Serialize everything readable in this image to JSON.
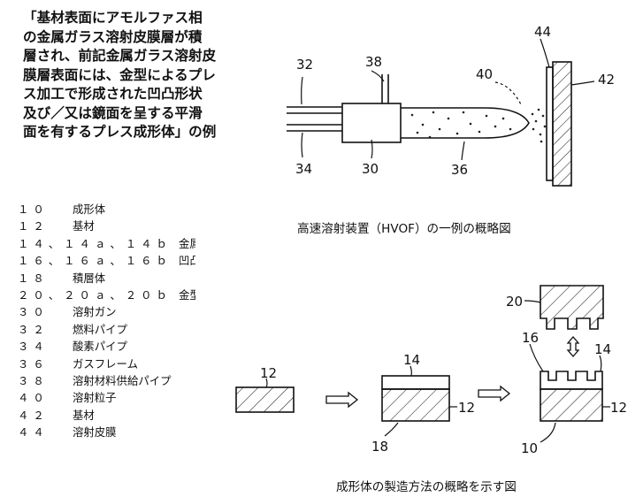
{
  "claim_lines": [
    "「基材表面にアモルファス相",
    "の金属ガラス溶射皮膜層が積",
    "層され、前記金属ガラス溶射皮",
    "膜層表面には、金型によるプレ",
    "ス加工で形成された凹凸形状",
    "及び／又は鏡面を呈する平滑",
    "面を有するプレス成形体」の例"
  ],
  "legend": [
    {
      "num": "１０",
      "label": "成形体"
    },
    {
      "num": "１２",
      "label": "基材"
    },
    {
      "num": "１４、１４ａ、１４ｂ",
      "label": "金属"
    },
    {
      "num": "１６、１６ａ、１６ｂ",
      "label": "凹凸"
    },
    {
      "num": "１８",
      "label": "積層体"
    },
    {
      "num": "２０、２０ａ、２０ｂ",
      "label": "金型"
    },
    {
      "num": "３０",
      "label": "溶射ガン"
    },
    {
      "num": "３２",
      "label": "燃料パイプ"
    },
    {
      "num": "３４",
      "label": "酸素パイプ"
    },
    {
      "num": "３６",
      "label": "ガスフレーム"
    },
    {
      "num": "３８",
      "label": "溶射材料供給パイプ"
    },
    {
      "num": "４０",
      "label": "溶射粒子"
    },
    {
      "num": "４２",
      "label": "基材"
    },
    {
      "num": "４４",
      "label": "溶射皮膜"
    }
  ],
  "captions": {
    "hvof": "高速溶射装置（HVOF）の一例の概略図",
    "process": "成形体の製造方法の概略を示す図"
  },
  "hvof_labels": {
    "fuel_pipe": "32",
    "feed_pipe": "38",
    "particles": "40",
    "coating": "44",
    "substrate": "42",
    "oxygen_pipe": "34",
    "gun": "30",
    "flame": "36"
  },
  "process_labels": {
    "substrate_1": "12",
    "coating": "14",
    "substrate_2": "12",
    "laminate": "18",
    "mold": "20",
    "relief": "16",
    "coating_2": "14",
    "substrate_3": "12",
    "product": "10"
  }
}
